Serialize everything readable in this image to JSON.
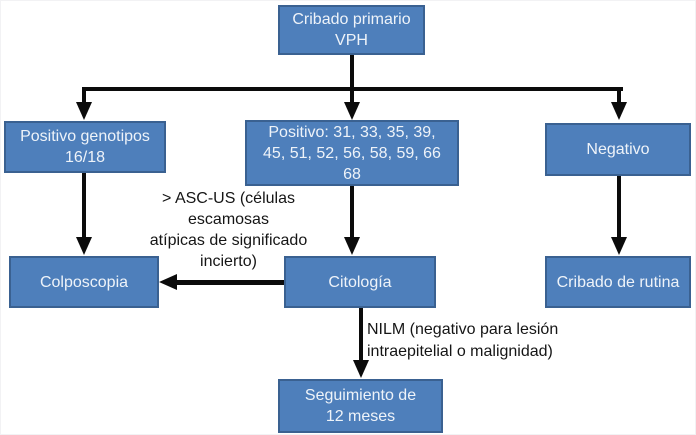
{
  "diagram": {
    "nodes": {
      "cribado_primario": {
        "label": "Cribado primario\nVPH"
      },
      "positivo_16_18": {
        "label": "Positivo genotipos\n16/18"
      },
      "positivo_otros": {
        "label": "Positivo: 31, 33, 35, 39,\n45, 51, 52, 56, 58, 59, 66\n68"
      },
      "negativo": {
        "label": "Negativo"
      },
      "colposcopia": {
        "label": "Colposcopia"
      },
      "citologia": {
        "label": "Citología"
      },
      "cribado_rutina": {
        "label": "Cribado de rutina"
      },
      "seguimiento": {
        "label": "Seguimiento de\n12 meses"
      }
    },
    "edge_labels": {
      "asc_us": "> ASC-US (células\nescamosas\natípicas de significado\nincierto)",
      "nilm": "NILM (negativo para lesión\nintraepitelial o malignidad)"
    },
    "colors": {
      "node_fill": "#4e7fbb",
      "node_border": "#3a6191",
      "node_text": "#eef3f9",
      "arrow": "#0b0b0b",
      "background": "#ffffff"
    }
  }
}
